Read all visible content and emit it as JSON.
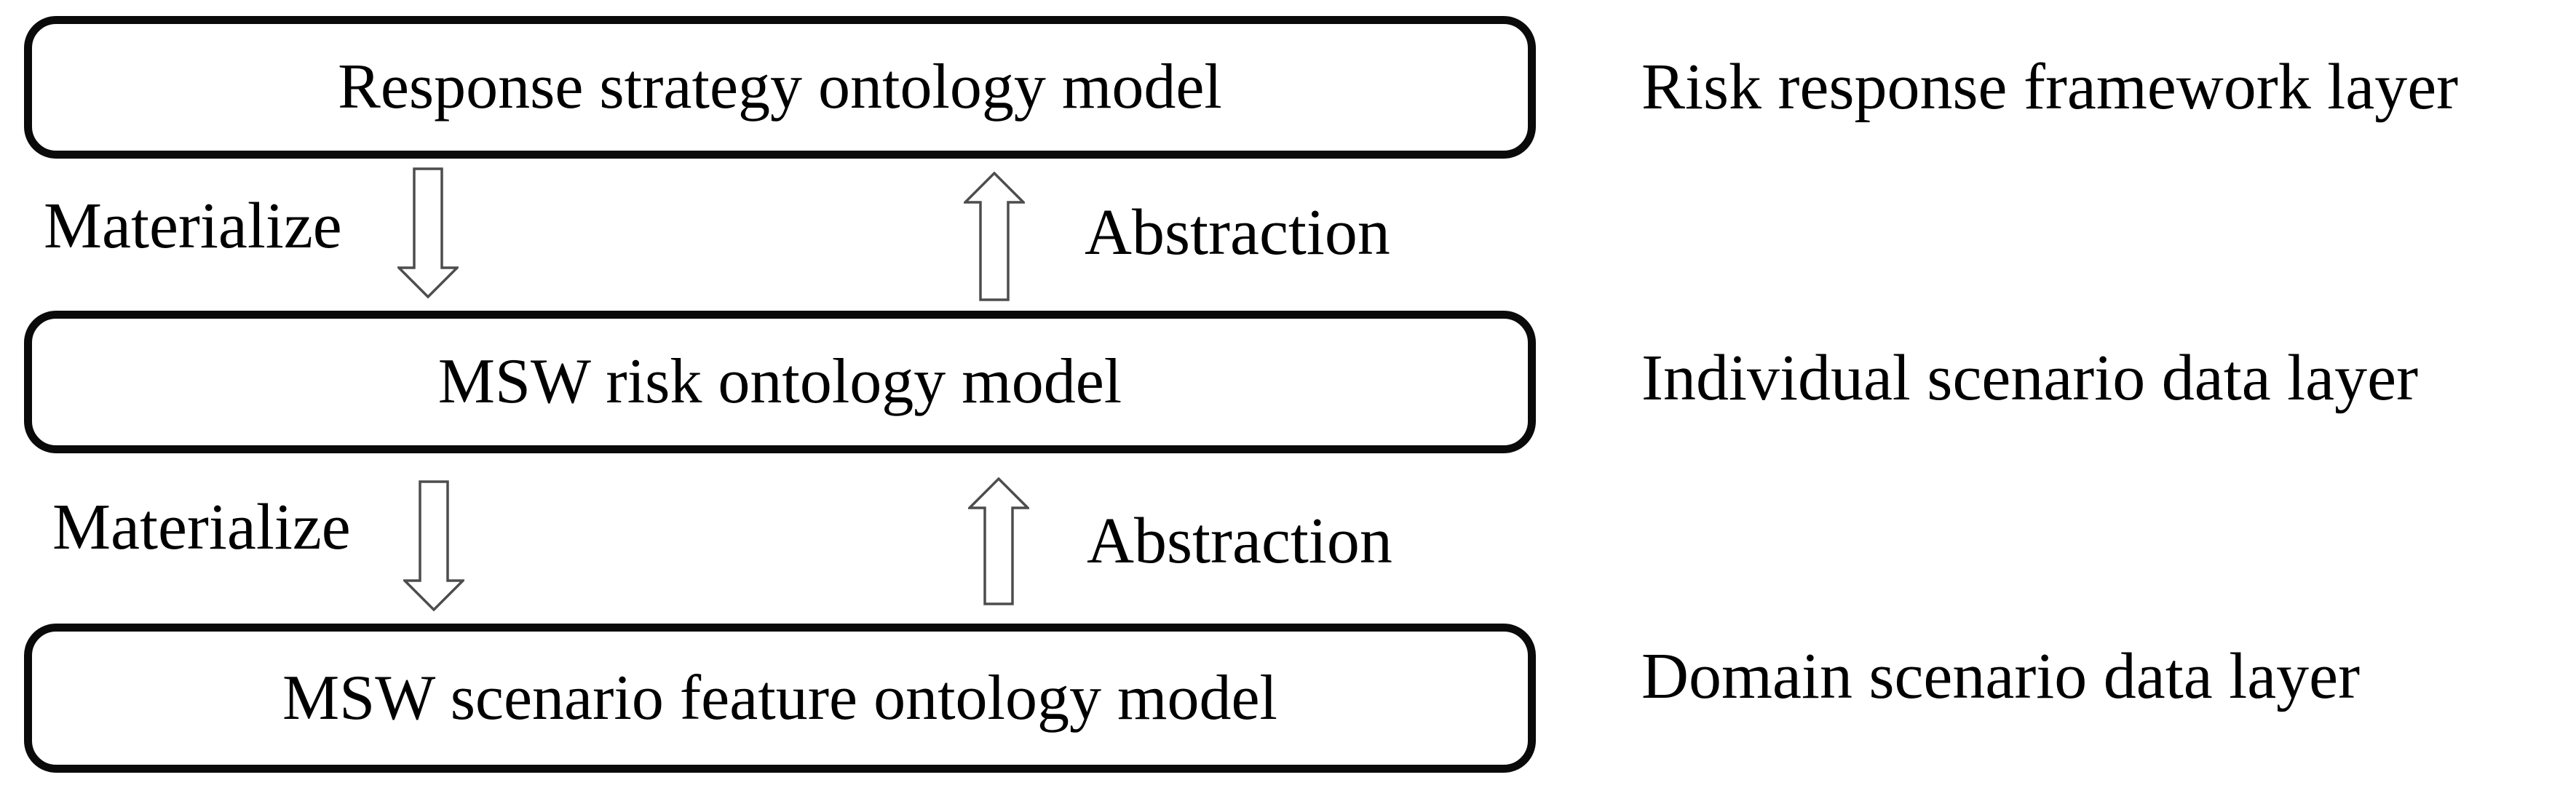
{
  "diagram": {
    "title_semantic": "MSW ontology model layered architecture",
    "colors": {
      "background": "#ffffff",
      "text": "#000000",
      "box_border": "#0a0a0a",
      "arrow_stroke": "#4d4d4d",
      "arrow_fill": "#ffffff"
    },
    "layers": [
      {
        "box": "Response strategy ontology model",
        "annotation": "Risk response framework layer"
      },
      {
        "box": "MSW risk ontology model",
        "annotation": "Individual scenario data layer"
      },
      {
        "box": "MSW scenario feature ontology model",
        "annotation": "Domain scenario data layer"
      }
    ],
    "transitions": [
      {
        "down_label": "Materialize",
        "up_label": "Abstraction"
      },
      {
        "down_label": "Materialize",
        "up_label": "Abstraction"
      }
    ]
  }
}
